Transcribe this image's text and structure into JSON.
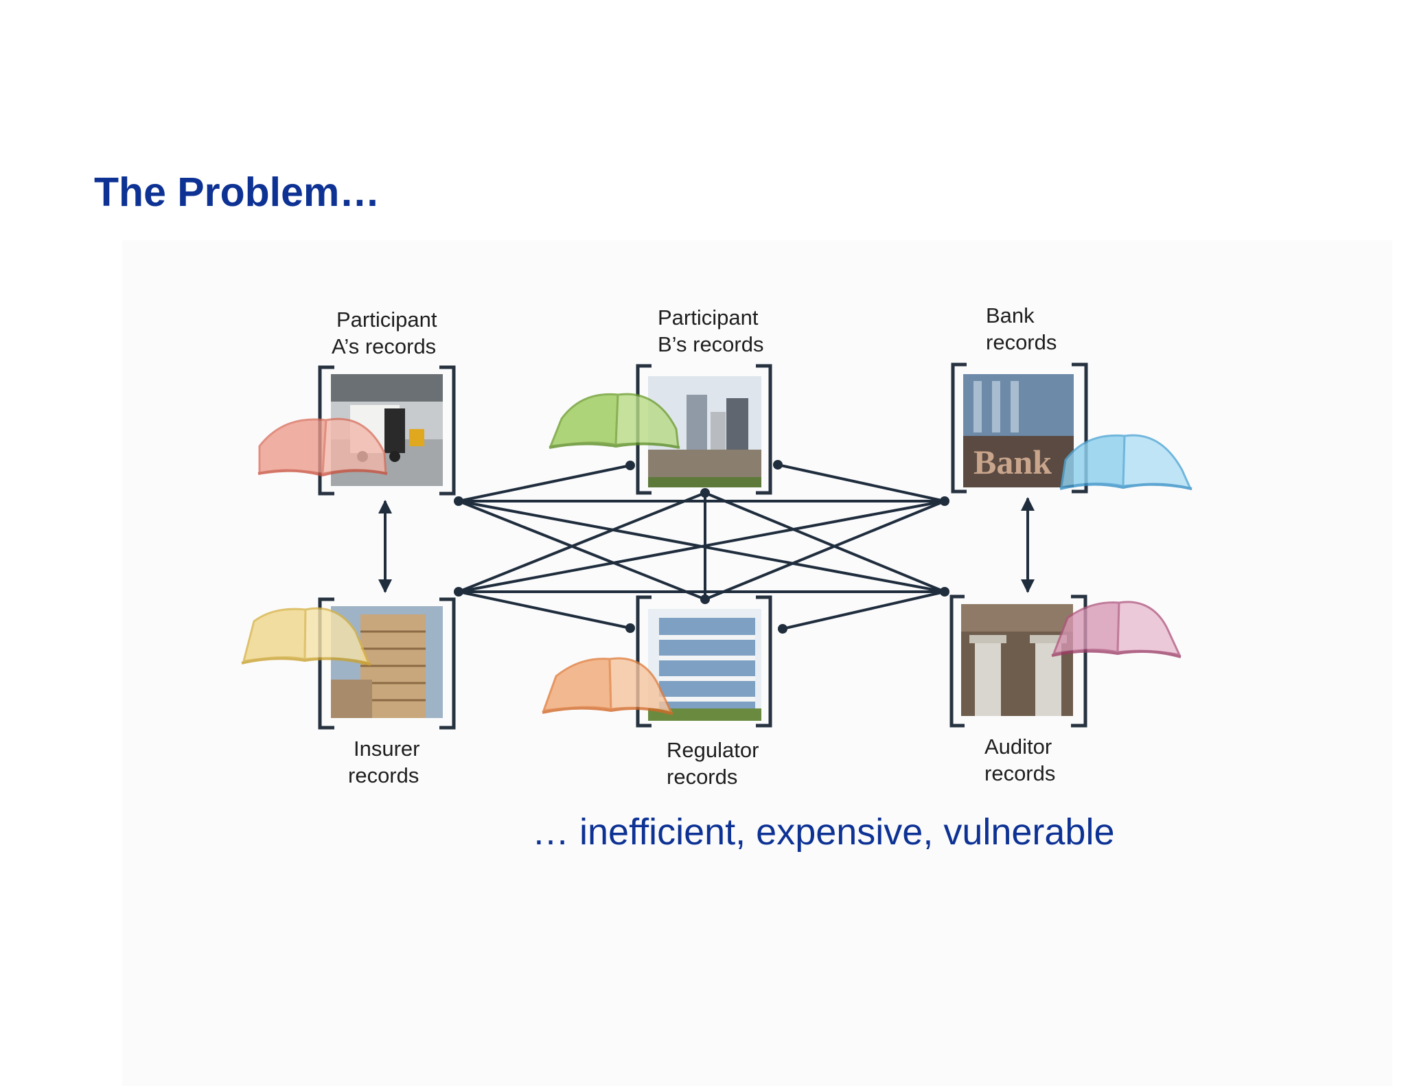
{
  "slide": {
    "title": "The Problem…",
    "tagline": "… inefficient, expensive, vulnerable"
  },
  "nodes": [
    {
      "id": "participant-a",
      "label_line1": "Participant",
      "label_line2": "A’s records",
      "ledger_color": "#ec9a8a",
      "picture": "warehouse-truck"
    },
    {
      "id": "participant-b",
      "label_line1": "Participant",
      "label_line2": "B’s records",
      "ledger_color": "#9ccb5a",
      "picture": "city-skyline"
    },
    {
      "id": "bank",
      "label_line1": "Bank",
      "label_line2": "records",
      "ledger_color": "#8fd0ee",
      "picture": "bank-sign",
      "picture_text": "Bank"
    },
    {
      "id": "insurer",
      "label_line1": "Insurer",
      "label_line2": "records",
      "ledger_color": "#f1d68a",
      "picture": "office-tower"
    },
    {
      "id": "regulator",
      "label_line1": "Regulator",
      "label_line2": "records",
      "ledger_color": "#f1a874",
      "picture": "glass-office"
    },
    {
      "id": "auditor",
      "label_line1": "Auditor",
      "label_line2": "records",
      "ledger_color": "#d898b4",
      "picture": "columns-building"
    }
  ],
  "colors": {
    "title": "#0d3294",
    "connector": "#1f2d3d",
    "bracket": "#26323f",
    "label": "#1e1e1e"
  },
  "icons": {
    "ledger": "open-book-icon",
    "connector_arrow": "double-headed-arrow"
  }
}
